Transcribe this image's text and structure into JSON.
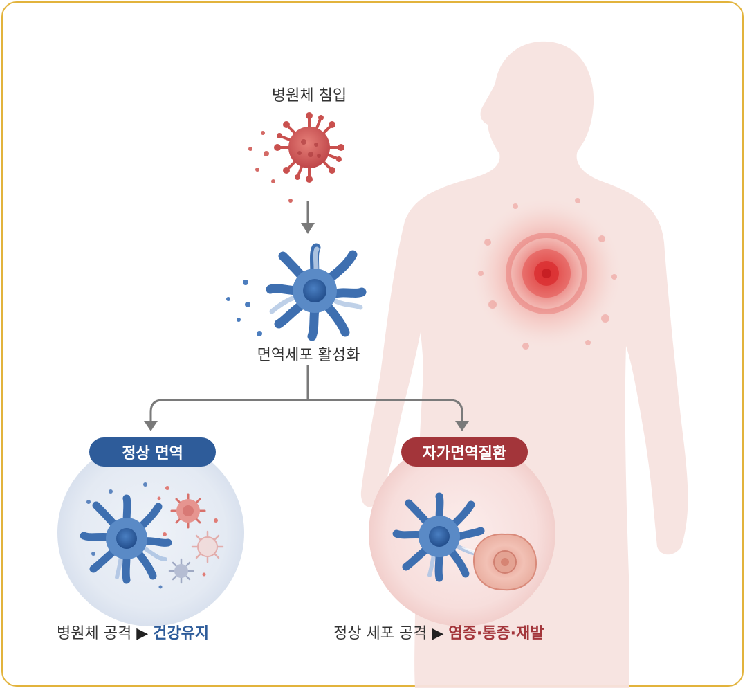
{
  "steps": {
    "invasion_label": "병원체 침입",
    "activation_label": "면역세포 활성화"
  },
  "branches": {
    "normal": {
      "pill_label": "정상 면역",
      "caption_prefix": "병원체 공격",
      "arrow_glyph": "▶",
      "caption_result": "건강유지",
      "color": "#2E5C9A"
    },
    "autoimmune": {
      "pill_label": "자가면역질환",
      "caption_prefix": "정상 세포 공격",
      "arrow_glyph": "▶",
      "caption_result": "염증·통증·재발",
      "color": "#A3353A"
    }
  },
  "colors": {
    "frame_border": "#E2B33C",
    "immune_blue": "#3E6FB0",
    "virus_red": "#C84C4C",
    "body_tint": "#F6DEDA"
  }
}
